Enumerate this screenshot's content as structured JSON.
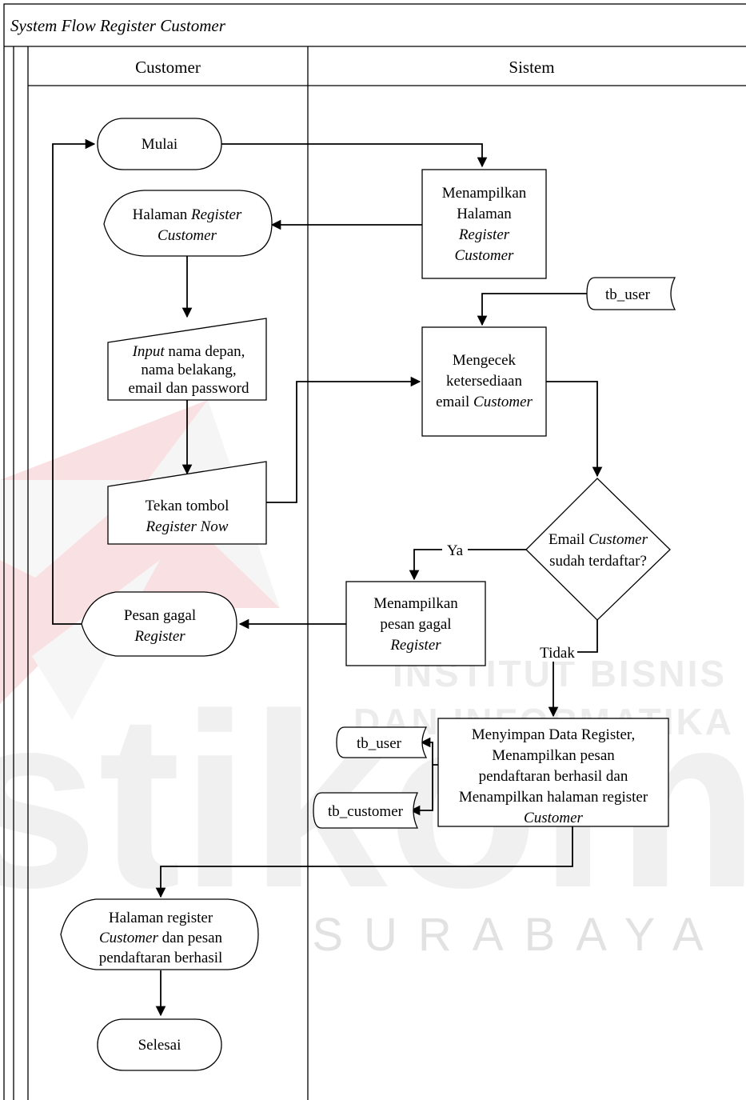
{
  "title": "System Flow Register Customer",
  "lanes": [
    {
      "label": "Customer"
    },
    {
      "label": "Sistem"
    }
  ],
  "nodes": {
    "start": [
      {
        "text": "Mulai",
        "italic": false
      }
    ],
    "page_display": [
      {
        "text": "Halaman ",
        "italic": false
      },
      {
        "text": "Register",
        "italic": true
      },
      {
        "break": true
      },
      {
        "text": "Customer",
        "italic": true
      }
    ],
    "show_register": [
      {
        "text": "Menampilkan",
        "italic": false
      },
      {
        "break": true
      },
      {
        "text": "Halaman",
        "italic": false
      },
      {
        "break": true
      },
      {
        "text": "Register",
        "italic": true
      },
      {
        "break": true
      },
      {
        "text": "Customer",
        "italic": true
      }
    ],
    "input": [
      {
        "text": "Input",
        "italic": true
      },
      {
        "text": " nama depan,",
        "italic": false
      },
      {
        "break": true
      },
      {
        "text": "nama belakang,",
        "italic": false
      },
      {
        "break": true
      },
      {
        "text": "email dan password",
        "italic": false
      }
    ],
    "check_email": [
      {
        "text": "Mengecek",
        "italic": false
      },
      {
        "break": true
      },
      {
        "text": "ketersediaan",
        "italic": false
      },
      {
        "break": true
      },
      {
        "text": "email ",
        "italic": false
      },
      {
        "text": "Customer",
        "italic": true
      }
    ],
    "press_button": [
      {
        "text": "Tekan tombol",
        "italic": false
      },
      {
        "break": true
      },
      {
        "text": "Register Now",
        "italic": true
      }
    ],
    "decision": [
      {
        "text": "Email ",
        "italic": false
      },
      {
        "text": "Customer",
        "italic": true
      },
      {
        "break": true
      },
      {
        "text": "sudah terdaftar?",
        "italic": false
      }
    ],
    "show_fail": [
      {
        "text": "Menampilkan",
        "italic": false
      },
      {
        "break": true
      },
      {
        "text": "pesan gagal",
        "italic": false
      },
      {
        "break": true
      },
      {
        "text": "Register",
        "italic": true
      }
    ],
    "fail_display": [
      {
        "text": "Pesan gagal",
        "italic": false
      },
      {
        "break": true
      },
      {
        "text": "Register",
        "italic": true
      }
    ],
    "save": [
      {
        "text": "Menyimpan Data Register,",
        "italic": false
      },
      {
        "break": true
      },
      {
        "text": "Menampilkan pesan",
        "italic": false
      },
      {
        "break": true
      },
      {
        "text": "pendaftaran berhasil dan",
        "italic": false
      },
      {
        "break": true
      },
      {
        "text": "Menampilkan halaman register",
        "italic": false
      },
      {
        "break": true
      },
      {
        "text": "Customer",
        "italic": true
      }
    ],
    "final_display": [
      {
        "text": "Halaman register",
        "italic": false
      },
      {
        "break": true
      },
      {
        "text": "Customer",
        "italic": true
      },
      {
        "text": " dan pesan",
        "italic": false
      },
      {
        "break": true
      },
      {
        "text": "pendaftaran berhasil",
        "italic": false
      }
    ],
    "end": [
      {
        "text": "Selesai",
        "italic": false
      }
    ]
  },
  "datastores": {
    "tb_user_top": "tb_user",
    "tb_user_bottom": "tb_user",
    "tb_customer": "tb_customer"
  },
  "edge_labels": {
    "yes": "Ya",
    "no": "Tidak"
  },
  "watermark": {
    "line1": "INSTITUT BISNIS",
    "line2": "DAN INFORMATIKA",
    "word": "stikom",
    "city": "SURABAYA",
    "color": "#d9232d"
  }
}
